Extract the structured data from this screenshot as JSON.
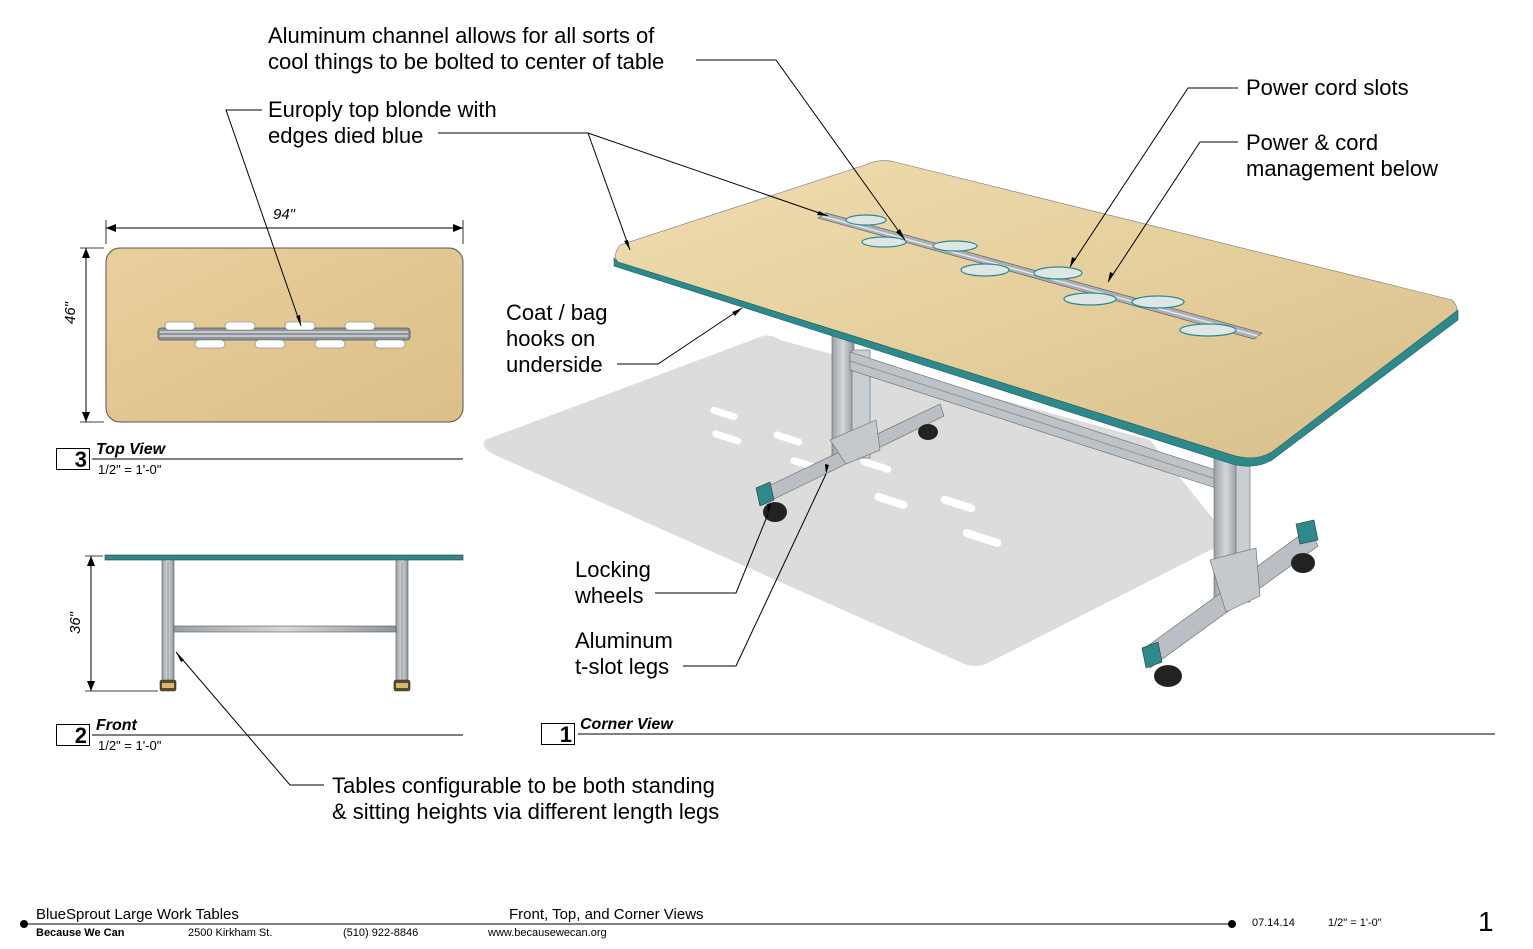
{
  "callouts": {
    "aluminum_channel": "Aluminum channel allows for all sorts of\ncool things to be bolted to center of table",
    "europly_top": "Europly top blonde with\nedges died blue",
    "power_cord_slots": "Power cord slots",
    "power_management": "Power & cord\nmanagement below",
    "coat_hooks": "Coat / bag\nhooks on\nunderside",
    "locking_wheels": "Locking\nwheels",
    "tslot_legs": "Aluminum\nt-slot legs",
    "configurable": "Tables configurable to be both standing\n& sitting heights via different length legs"
  },
  "dimensions": {
    "top_width": "94\"",
    "top_depth": "46\"",
    "front_height": "36\""
  },
  "views": [
    {
      "number": "3",
      "title": "Top View",
      "scale": "1/2\" = 1'-0\""
    },
    {
      "number": "2",
      "title": "Front",
      "scale": "1/2\" = 1'-0\""
    },
    {
      "number": "1",
      "title": "Corner View",
      "scale": ""
    }
  ],
  "title_block": {
    "project": "BlueSprout Large Work Tables",
    "sheet_title": "Front, Top, and Corner Views",
    "company": "Because We Can",
    "address": "2500 Kirkham St.",
    "phone": "(510) 922-8846",
    "website": "www.becausewecan.org",
    "date": "07.14.14",
    "scale": "1/2\" = 1'-0\"",
    "sheet_number": "1"
  },
  "colors": {
    "tabletop": "#e8d3a4",
    "tabletop_dark": "#d9bf8a",
    "edge_blue": "#2e8a8a",
    "aluminum": "#b9bfc4",
    "shadow": "#dcdcdc"
  }
}
